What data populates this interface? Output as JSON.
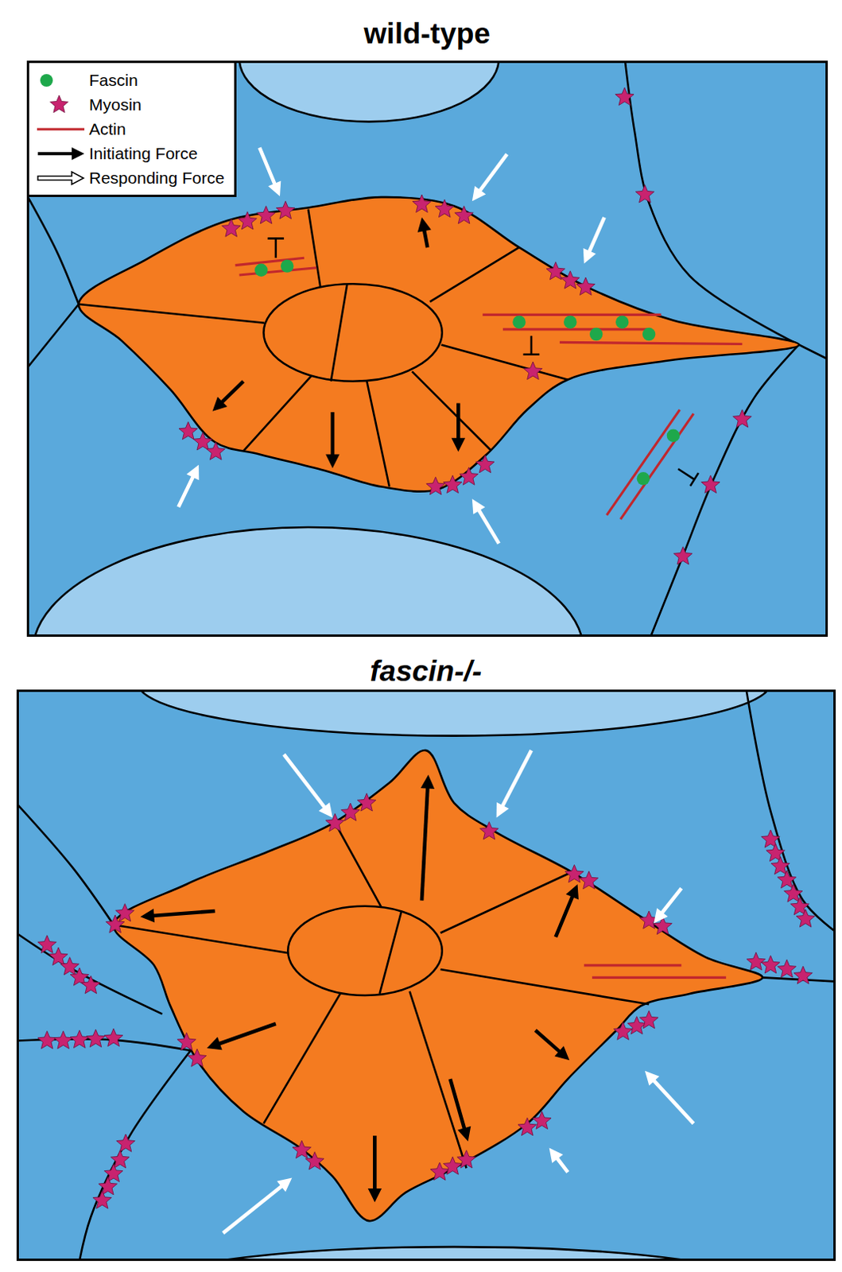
{
  "diagram": {
    "nodes": [
      {
        "text": [
          "wild-type"
        ]
      },
      {
        "text": [
          "fascin-/-"
        ]
      }
    ],
    "legend": [
      {
        "text": "Fascin",
        "color": "#1ea84b"
      },
      {
        "text": "Myosin"
      },
      {
        "text": "Actin"
      },
      {
        "text": "Initiating Force"
      },
      {
        "text": "Responding Force"
      }
    ]
  }
}
